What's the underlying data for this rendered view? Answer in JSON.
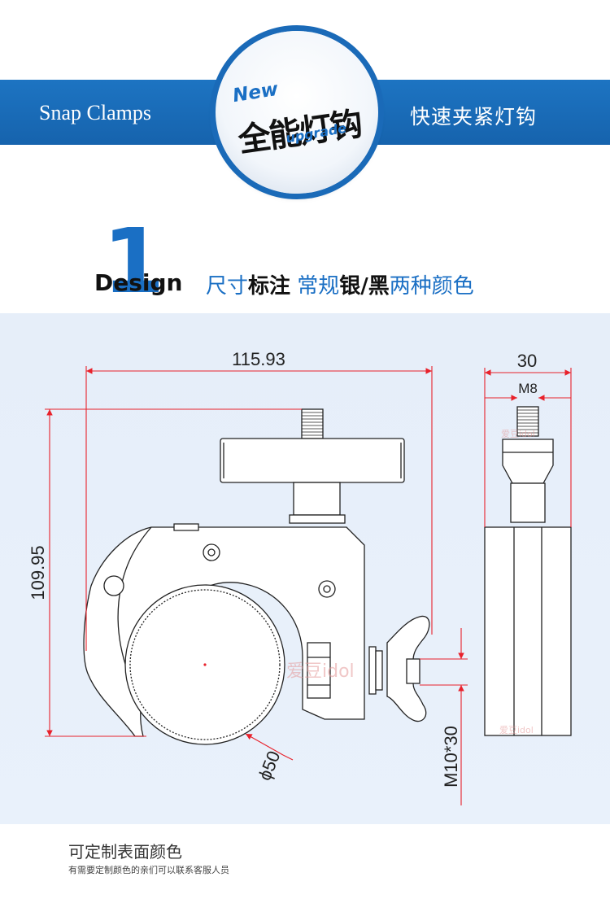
{
  "banner": {
    "left_text": "Snap Clamps",
    "right_text": "快速夹紧灯钩",
    "badge": {
      "top": "New",
      "main": "全能灯钩",
      "bottom": "upgrade"
    }
  },
  "section": {
    "number": "1",
    "word": "Design",
    "subtitle_parts": [
      "尺寸",
      "标注",
      " 常规",
      "银/黑",
      "两种颜色"
    ]
  },
  "dimensions": {
    "width": "115.93",
    "height": "109.95",
    "diameter": "ϕ50",
    "bolt": "M10*30",
    "side_width": "30",
    "thread": "M8"
  },
  "watermark": "爱豆idol",
  "footer": {
    "title": "可定制表面颜色",
    "subtitle": "有需要定制颜色的亲们可以联系客服人员"
  },
  "colors": {
    "accent": "#1a6fc4",
    "dimension_line": "#e8212b"
  }
}
